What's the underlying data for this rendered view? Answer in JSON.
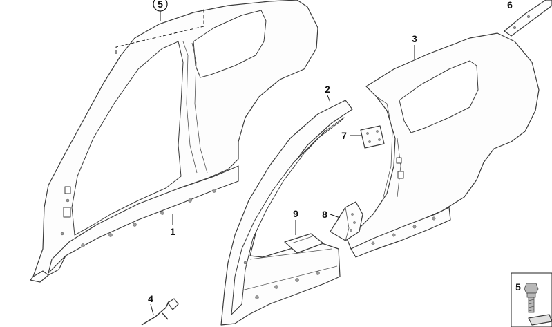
{
  "diagram": {
    "callouts": {
      "c1": "1",
      "c2": "2",
      "c3": "3",
      "c4": "4",
      "c5_circle": "5",
      "c5_box": "5",
      "c6": "6",
      "c7": "7",
      "c8": "8",
      "c9": "9"
    }
  }
}
